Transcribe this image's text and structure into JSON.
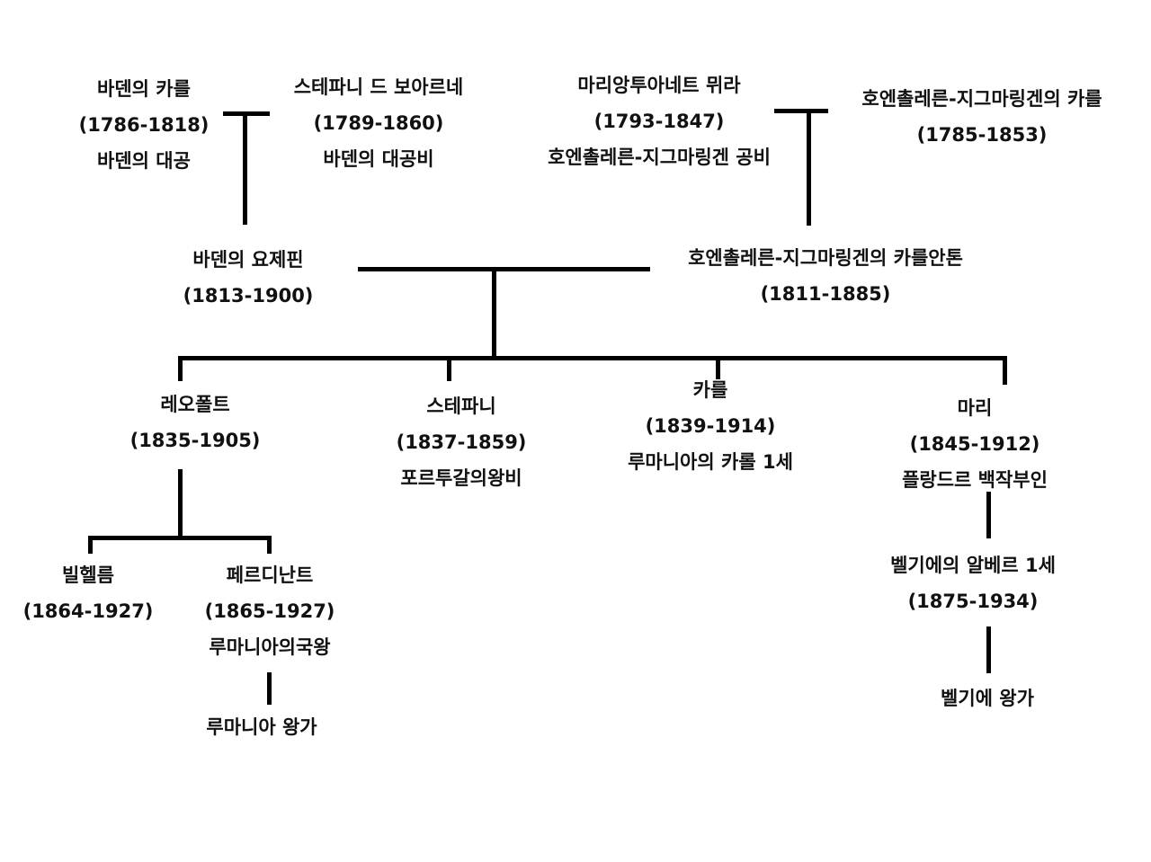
{
  "people": {
    "karl_baden": {
      "name": "바덴의 카를",
      "dates": "(1786-1818)",
      "title": "바덴의 대공"
    },
    "stephanie_beauharnais": {
      "name": "스테파니 드 보아르네",
      "dates": "(1789-1860)",
      "title": "바덴의 대공비"
    },
    "marie_murat": {
      "name": "마리앙투아네트 뮈라",
      "dates": "(1793-1847)",
      "title": "호엔촐레른-지그마링겐 공비"
    },
    "karl_hohenzollern": {
      "name": "호엔촐레른-지그마링겐의 카를",
      "dates": "(1785-1853)"
    },
    "josephine": {
      "name": "바덴의 요제핀",
      "dates": "(1813-1900)"
    },
    "karl_anton": {
      "name": "호엔촐레른-지그마링겐의 카를안톤",
      "dates": "(1811-1885)"
    },
    "leopold": {
      "name": "레오폴트",
      "dates": "(1835-1905)"
    },
    "stephanie": {
      "name": "스테파니",
      "dates": "(1837-1859)",
      "title": "포르투갈의왕비"
    },
    "carol": {
      "name": "카를",
      "dates": "(1839-1914)",
      "title": "루마니아의 카롤 1세"
    },
    "marie": {
      "name": "마리",
      "dates": "(1845-1912)",
      "title": "플랑드르 백작부인"
    },
    "wilhelm": {
      "name": "빌헬름",
      "dates": "(1864-1927)"
    },
    "ferdinand": {
      "name": "페르디난트",
      "dates": "(1865-1927)",
      "title": "루마니아의국왕"
    },
    "albert": {
      "name": "벨기에의 알베르 1세",
      "dates": "(1875-1934)"
    }
  },
  "houses": {
    "romania": "루마니아 왕가",
    "belgium": "벨기에 왕가"
  },
  "colors": {
    "line": "#000000",
    "text": "#111111",
    "background": "#ffffff"
  }
}
